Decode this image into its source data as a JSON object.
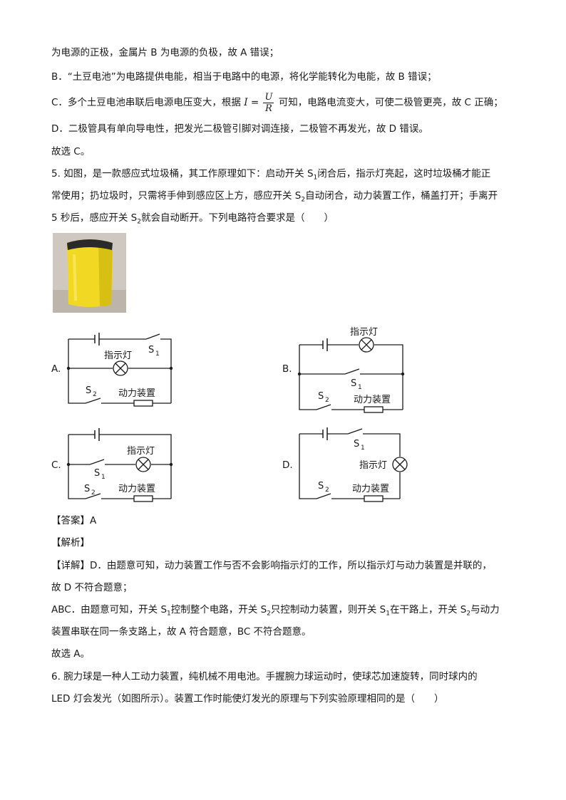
{
  "text": {
    "l1": "为电源的正极，金属片 B 为电源的负极，故 A 错误；",
    "l2": "B．“土豆电池”为电路提供电能，相当于电路中的电源，将化学能转化为电能，故 B 错误；",
    "l3a": "C．多个土豆电池串联后电源电压变大，根据 ",
    "l3eqI": "I",
    "l3eq": " = ",
    "l3num": "U",
    "l3den": "R",
    "l3b": " 可知，电路电流变大，可使二极管更亮，故 C 正确；",
    "l4": "D．二极管具有单向导电性，把发光二极管引脚对调连接，二极管不再发光，故 D 错误。",
    "l5": "故选 C。",
    "q5a": "5. 如图，是一款感应式垃圾桶，其工作原理如下：启动开关 S",
    "q5sub1": "1",
    "q5b": "闭合后，指示灯亮起，这时垃圾桶才能正",
    "q5c": "常使用；扔垃圾时，只需将手伸到感应区上方，感应开关 S",
    "q5sub2": "2",
    "q5d": "自动闭合，动力装置工作，桶盖打开；手离开",
    "q5e": "5 秒后，感应开关 S",
    "q5sub3": "2",
    "q5f": "就会自动断开。下列电路符合要求是（　　）",
    "answer": "【答案】A",
    "analysis": "【解析】",
    "d1": "【详解】D．由题意可知，动力装置工作与否不会影响指示灯的工作，所以指示灯与动力装置是并联的，",
    "d2": "故 D 不符合题意；",
    "d3a": "ABC．由题意可知，开关 S",
    "d3s1": "1",
    "d3b": "控制整个电路，开关 S",
    "d3s2": "2",
    "d3c": "只控制动力装置，则开关 S",
    "d3s3": "1",
    "d3d": "在干路上，开关 S",
    "d3s4": "2",
    "d3e": "与动力",
    "d4": "装置串联在同一条支路上，故 A 符合题意，BC 不符合题意。",
    "d5": "故选 A。",
    "q6a": "6. 腕力球是一种人工动力装置，纯机械不用电池。手握腕力球运动时，使球芯加速旋转，同时球内的",
    "q6b": "LED 灯会发光（如图所示）。装置工作时能使灯发光的原理与下列实验原理相同的是（　　）"
  },
  "options": {
    "a": "A.",
    "b": "B.",
    "c": "C.",
    "d": "D."
  },
  "circuit_labels": {
    "lamp": "指示灯",
    "motor": "动力装置",
    "s": "S",
    "one": "1",
    "two": "2"
  },
  "colors": {
    "bin_yellow": "#f1d923",
    "bin_lid": "#2a2a2a",
    "background_wall": "#c9c2ba"
  }
}
